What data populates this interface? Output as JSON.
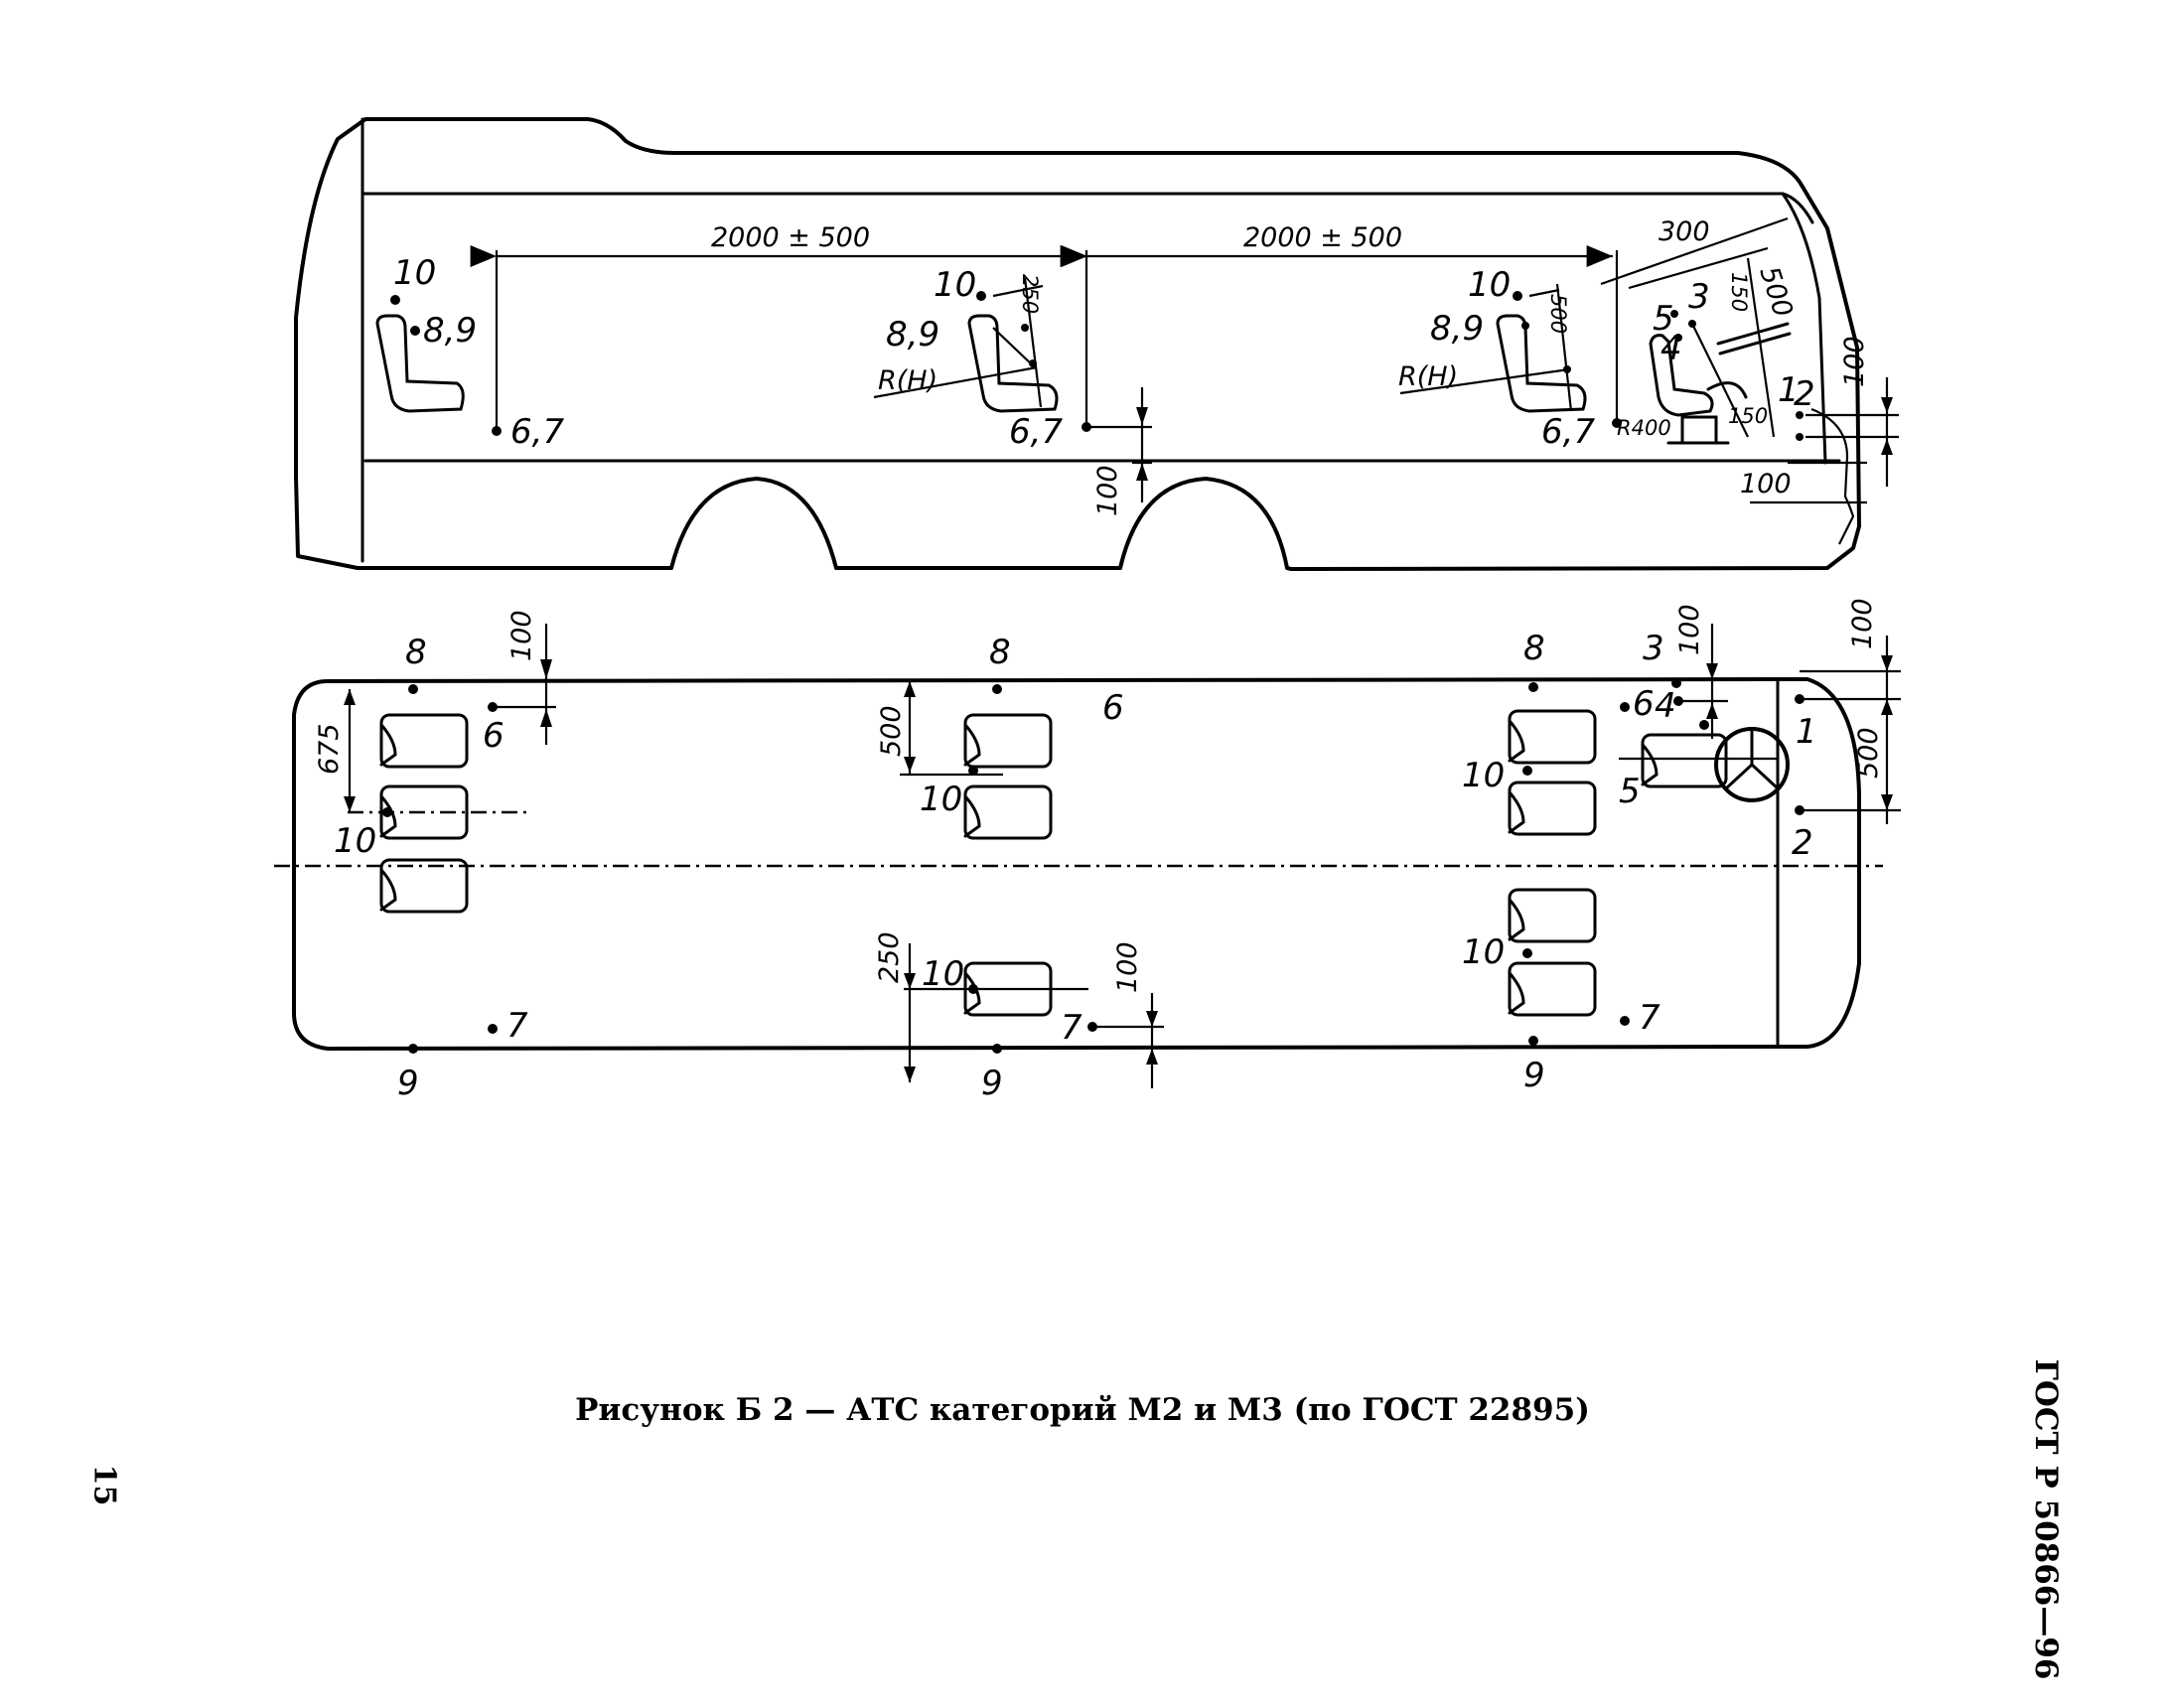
{
  "caption": "Рисунок Б 2 — АТС категорий М2 и М3 (по ГОСТ 22895)",
  "standard": "ГОСТ Р 50866—96",
  "page_number": "15",
  "side_view": {
    "dim_spacing_1": "2000 ± 500",
    "dim_spacing_2": "2000 ± 500",
    "dim_300": "300",
    "dim_250": "250",
    "dim_500a": "500",
    "dim_500b": "500",
    "dim_150": "150",
    "dim_150_driver": "150",
    "dim_100_floor": "100",
    "dim_100_right": "100",
    "dim_100_bottom": "100",
    "r400": "R400",
    "rh": "R(H)",
    "seat1": {
      "p10": "10",
      "p89": "8,9",
      "p67": "6,7"
    },
    "seat2": {
      "p10": "10",
      "p89": "8,9",
      "p67": "6,7"
    },
    "seat3": {
      "p10": "10",
      "p89": "8,9",
      "p67": "6,7"
    },
    "driver": {
      "p1": "1",
      "p2": "2",
      "p3": "3",
      "p4": "4",
      "p5": "5"
    }
  },
  "top_view": {
    "dim_675": "675",
    "dim_500_left": "500",
    "dim_250": "250",
    "dim_100_a": "100",
    "dim_100_b": "100",
    "dim_100_c": "100",
    "dim_100_d": "100",
    "dim_500_right": "500",
    "labels": {
      "p8a": "8",
      "p6a": "6",
      "p10a": "10",
      "p7a": "7",
      "p9a": "9",
      "p8b": "8",
      "p6b": "6",
      "p10b": "10",
      "p10c": "10",
      "p7b": "7",
      "p9b": "9",
      "p8c": "8",
      "p10d": "10",
      "p10e": "10",
      "p7c": "7",
      "p9c": "9",
      "p3": "3",
      "p6c": "6",
      "p4": "4",
      "p5": "5",
      "p1": "1",
      "p2": "2"
    }
  }
}
